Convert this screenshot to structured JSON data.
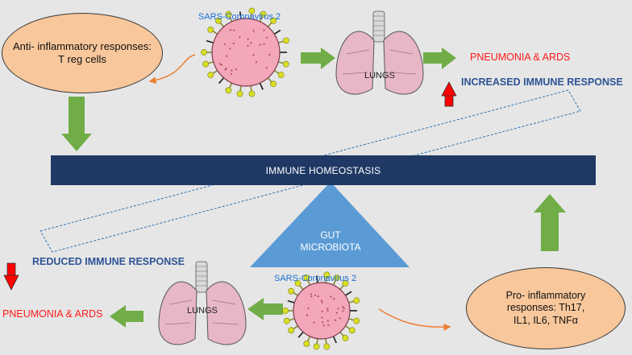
{
  "top": {
    "anti_inflammatory": "Anti- inflammatory responses:\nT reg cells",
    "virus_label": "SARS-Coronavirus 2",
    "lungs_label": "LUNGS",
    "outcome": "PNEUMONIA & ARDS",
    "response": "INCREASED IMMUNE RESPONSE"
  },
  "center": {
    "homeostasis": "IMMUNE HOMEOSTASIS",
    "gut": "GUT\nMICROBIOTA"
  },
  "bottom": {
    "response": "REDUCED IMMUNE RESPONSE",
    "outcome": "PNEUMONIA & ARDS",
    "lungs_label": "LUNGS",
    "virus_label": "SARS-Coronavirus 2",
    "pro_inflammatory": "Pro- inflammatory\nresponses: Th17,\nIL1, IL6, TNFα"
  },
  "colors": {
    "background": "#e6e6e6",
    "ellipse_fill": "#f8c79b",
    "homeostasis_bar": "#1f3864",
    "triangle": "#5b9bd5",
    "green_arrow": "#70ad47",
    "red_arrow": "#ff0000",
    "orange_curve": "#ed7d31",
    "virus_body": "#f4a7b9",
    "virus_spikes": "#d9e021",
    "lung_fill": "#e7b7c8"
  }
}
